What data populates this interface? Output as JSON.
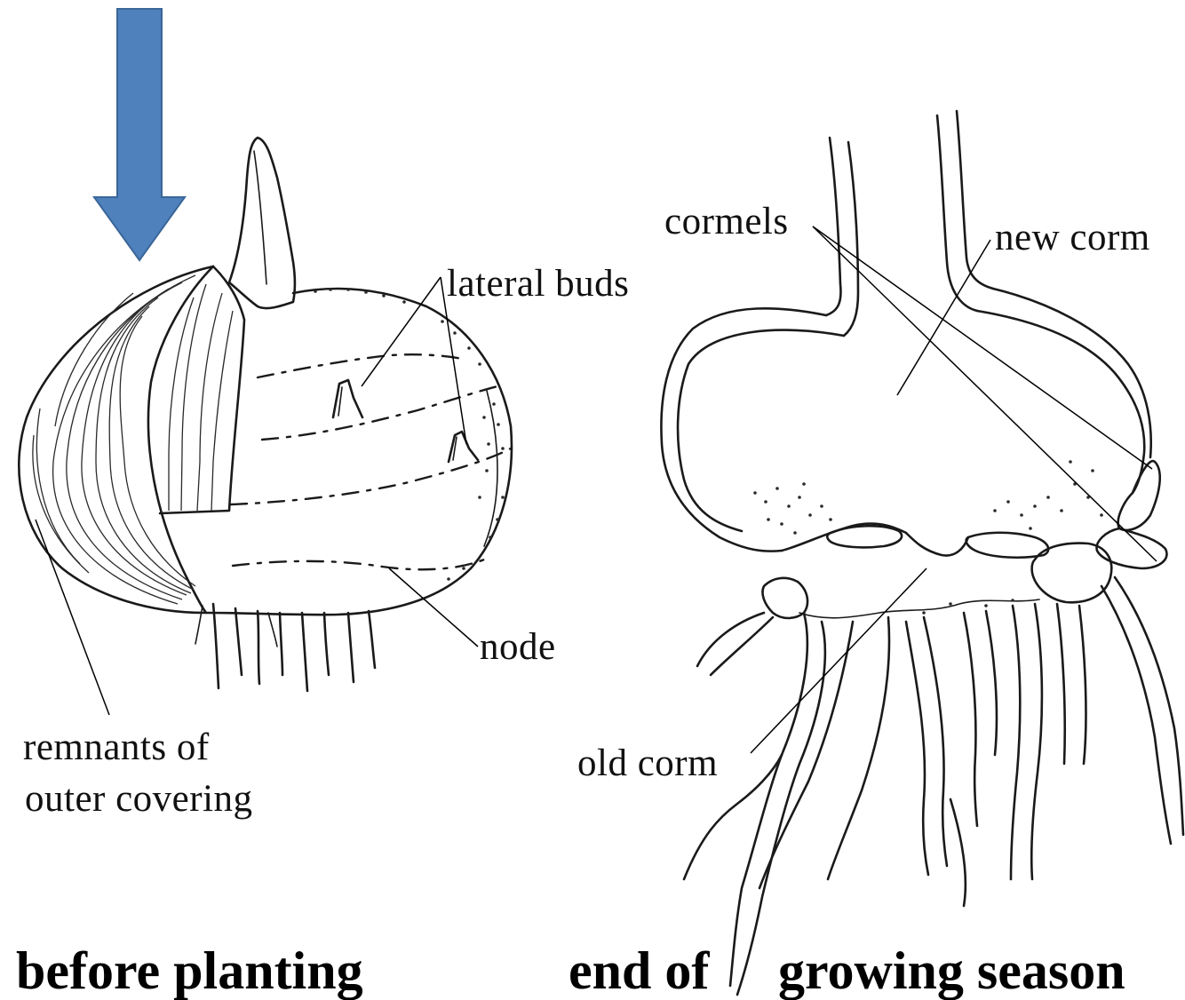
{
  "left_panel": {
    "labels": {
      "lateral_buds": "lateral buds",
      "node": "node",
      "remnants_line1": "remnants of",
      "remnants_line2": "outer covering"
    },
    "caption": "before planting",
    "arrow_color": "#4f81bd"
  },
  "right_panel": {
    "labels": {
      "cormels": "cormels",
      "new_corm": "new corm",
      "old_corm": "old corm"
    },
    "caption_part1": "end of",
    "caption_part2": "growing season"
  }
}
